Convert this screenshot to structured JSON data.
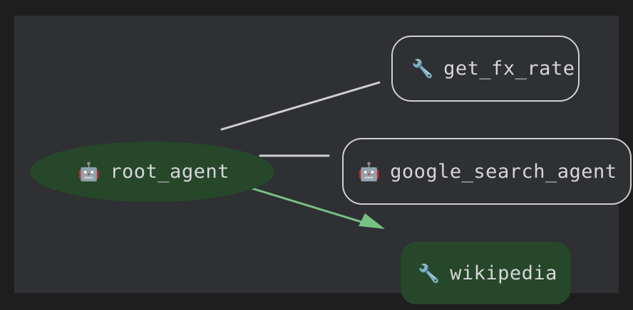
{
  "canvas": {
    "background_color": "#2f3033",
    "frame_color": "#1e1e1e"
  },
  "graph": {
    "type": "agent-tool-graph",
    "nodes": [
      {
        "id": "root_agent",
        "label": "root_agent",
        "icon": "robot-emoji",
        "glyph": "🤖",
        "shape": "ellipse",
        "fill_color": "#26472a",
        "text_color": "#d6d6d6",
        "border": "none"
      },
      {
        "id": "get_fx_rate",
        "label": "get_fx_rate",
        "icon": "wrench-emoji",
        "glyph": "🔧",
        "shape": "rounded-rect",
        "fill_color": "#2f3033",
        "text_color": "#d6d6d6",
        "border": "#cfcfcf"
      },
      {
        "id": "google_search_agent",
        "label": "google_search_agent",
        "icon": "robot-emoji",
        "glyph": "🤖",
        "shape": "rounded-rect",
        "fill_color": "#2f3033",
        "text_color": "#d6d6d6",
        "border": "#cfcfcf"
      },
      {
        "id": "wikipedia",
        "label": "wikipedia",
        "icon": "wrench-emoji",
        "glyph": "🔧",
        "shape": "rounded-rect",
        "fill_color": "#26472a",
        "text_color": "#d6d6d6",
        "border": "none"
      }
    ],
    "edges": [
      {
        "from": "root_agent",
        "to": "get_fx_rate",
        "color": "#cfcfcf",
        "style": "plain",
        "arrow": false
      },
      {
        "from": "root_agent",
        "to": "google_search_agent",
        "color": "#cfcfcf",
        "style": "plain",
        "arrow": false
      },
      {
        "from": "root_agent",
        "to": "wikipedia",
        "color": "#76c183",
        "style": "highlighted",
        "arrow": true
      }
    ]
  }
}
